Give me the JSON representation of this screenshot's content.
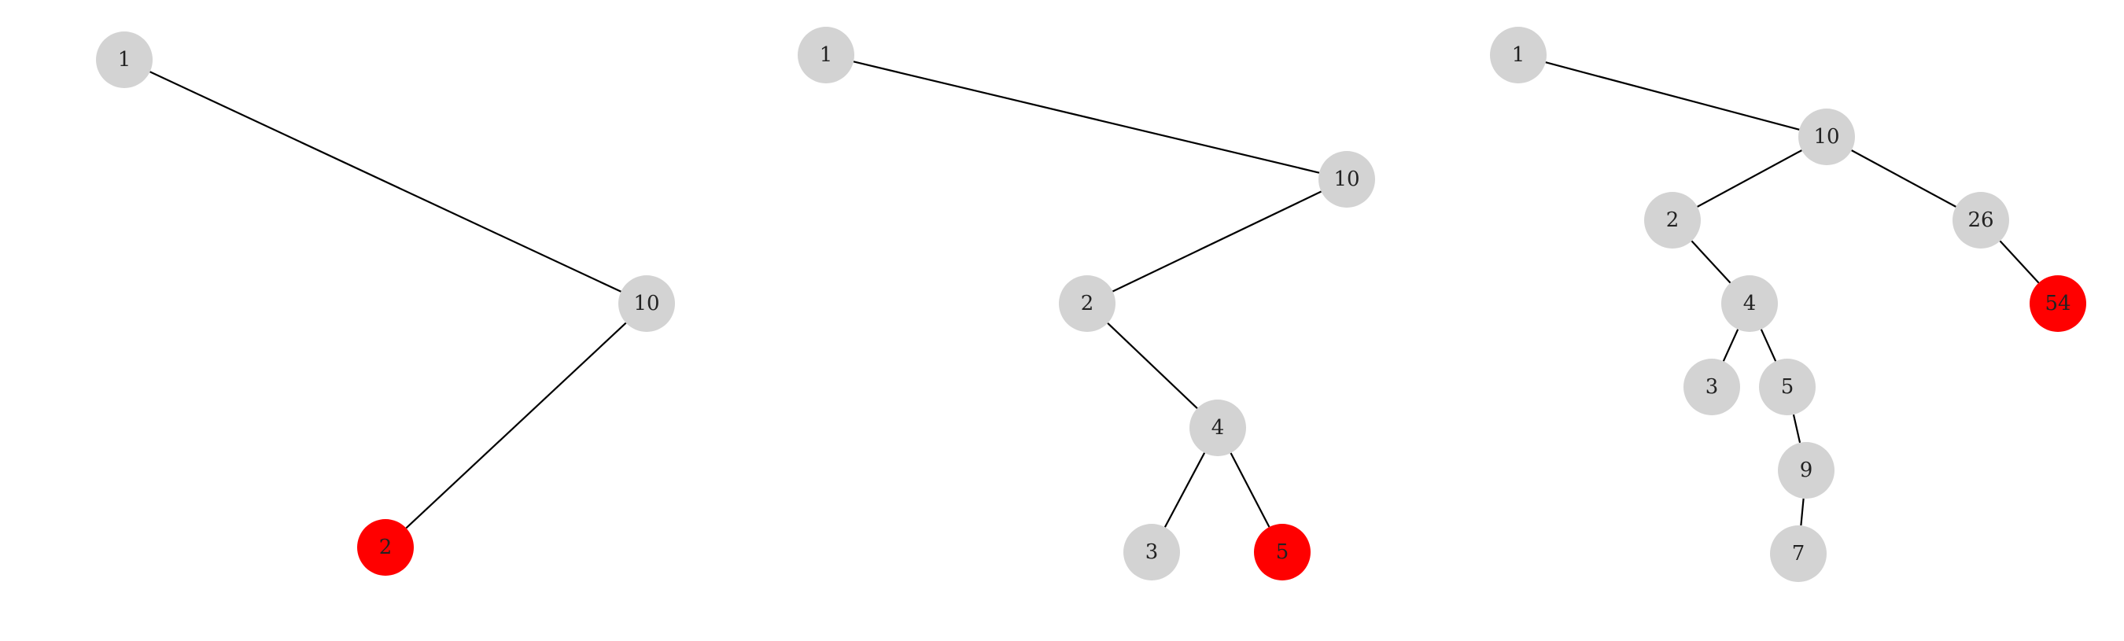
{
  "colors": {
    "node_default": "#d3d3d3",
    "node_highlight": "#ff0000",
    "edge": "#000000",
    "label": "#222222"
  },
  "trees": [
    {
      "nodes": [
        {
          "id": "t1-1",
          "label": "1",
          "highlighted": false
        },
        {
          "id": "t1-10",
          "label": "10",
          "highlighted": false
        },
        {
          "id": "t1-2",
          "label": "2",
          "highlighted": true
        }
      ],
      "edges": [
        [
          "t1-1",
          "t1-10"
        ],
        [
          "t1-10",
          "t1-2"
        ]
      ]
    },
    {
      "nodes": [
        {
          "id": "t2-1",
          "label": "1",
          "highlighted": false
        },
        {
          "id": "t2-10",
          "label": "10",
          "highlighted": false
        },
        {
          "id": "t2-2",
          "label": "2",
          "highlighted": false
        },
        {
          "id": "t2-4",
          "label": "4",
          "highlighted": false
        },
        {
          "id": "t2-3",
          "label": "3",
          "highlighted": false
        },
        {
          "id": "t2-5",
          "label": "5",
          "highlighted": true
        }
      ],
      "edges": [
        [
          "t2-1",
          "t2-10"
        ],
        [
          "t2-10",
          "t2-2"
        ],
        [
          "t2-2",
          "t2-4"
        ],
        [
          "t2-4",
          "t2-3"
        ],
        [
          "t2-4",
          "t2-5"
        ]
      ]
    },
    {
      "nodes": [
        {
          "id": "t3-1",
          "label": "1",
          "highlighted": false
        },
        {
          "id": "t3-10",
          "label": "10",
          "highlighted": false
        },
        {
          "id": "t3-2",
          "label": "2",
          "highlighted": false
        },
        {
          "id": "t3-26",
          "label": "26",
          "highlighted": false
        },
        {
          "id": "t3-4",
          "label": "4",
          "highlighted": false
        },
        {
          "id": "t3-54",
          "label": "54",
          "highlighted": true
        },
        {
          "id": "t3-3",
          "label": "3",
          "highlighted": false
        },
        {
          "id": "t3-5",
          "label": "5",
          "highlighted": false
        },
        {
          "id": "t3-9",
          "label": "9",
          "highlighted": false
        },
        {
          "id": "t3-7",
          "label": "7",
          "highlighted": false
        }
      ],
      "edges": [
        [
          "t3-1",
          "t3-10"
        ],
        [
          "t3-10",
          "t3-2"
        ],
        [
          "t3-10",
          "t3-26"
        ],
        [
          "t3-2",
          "t3-4"
        ],
        [
          "t3-26",
          "t3-54"
        ],
        [
          "t3-4",
          "t3-3"
        ],
        [
          "t3-4",
          "t3-5"
        ],
        [
          "t3-5",
          "t3-9"
        ],
        [
          "t3-9",
          "t3-7"
        ]
      ]
    }
  ]
}
